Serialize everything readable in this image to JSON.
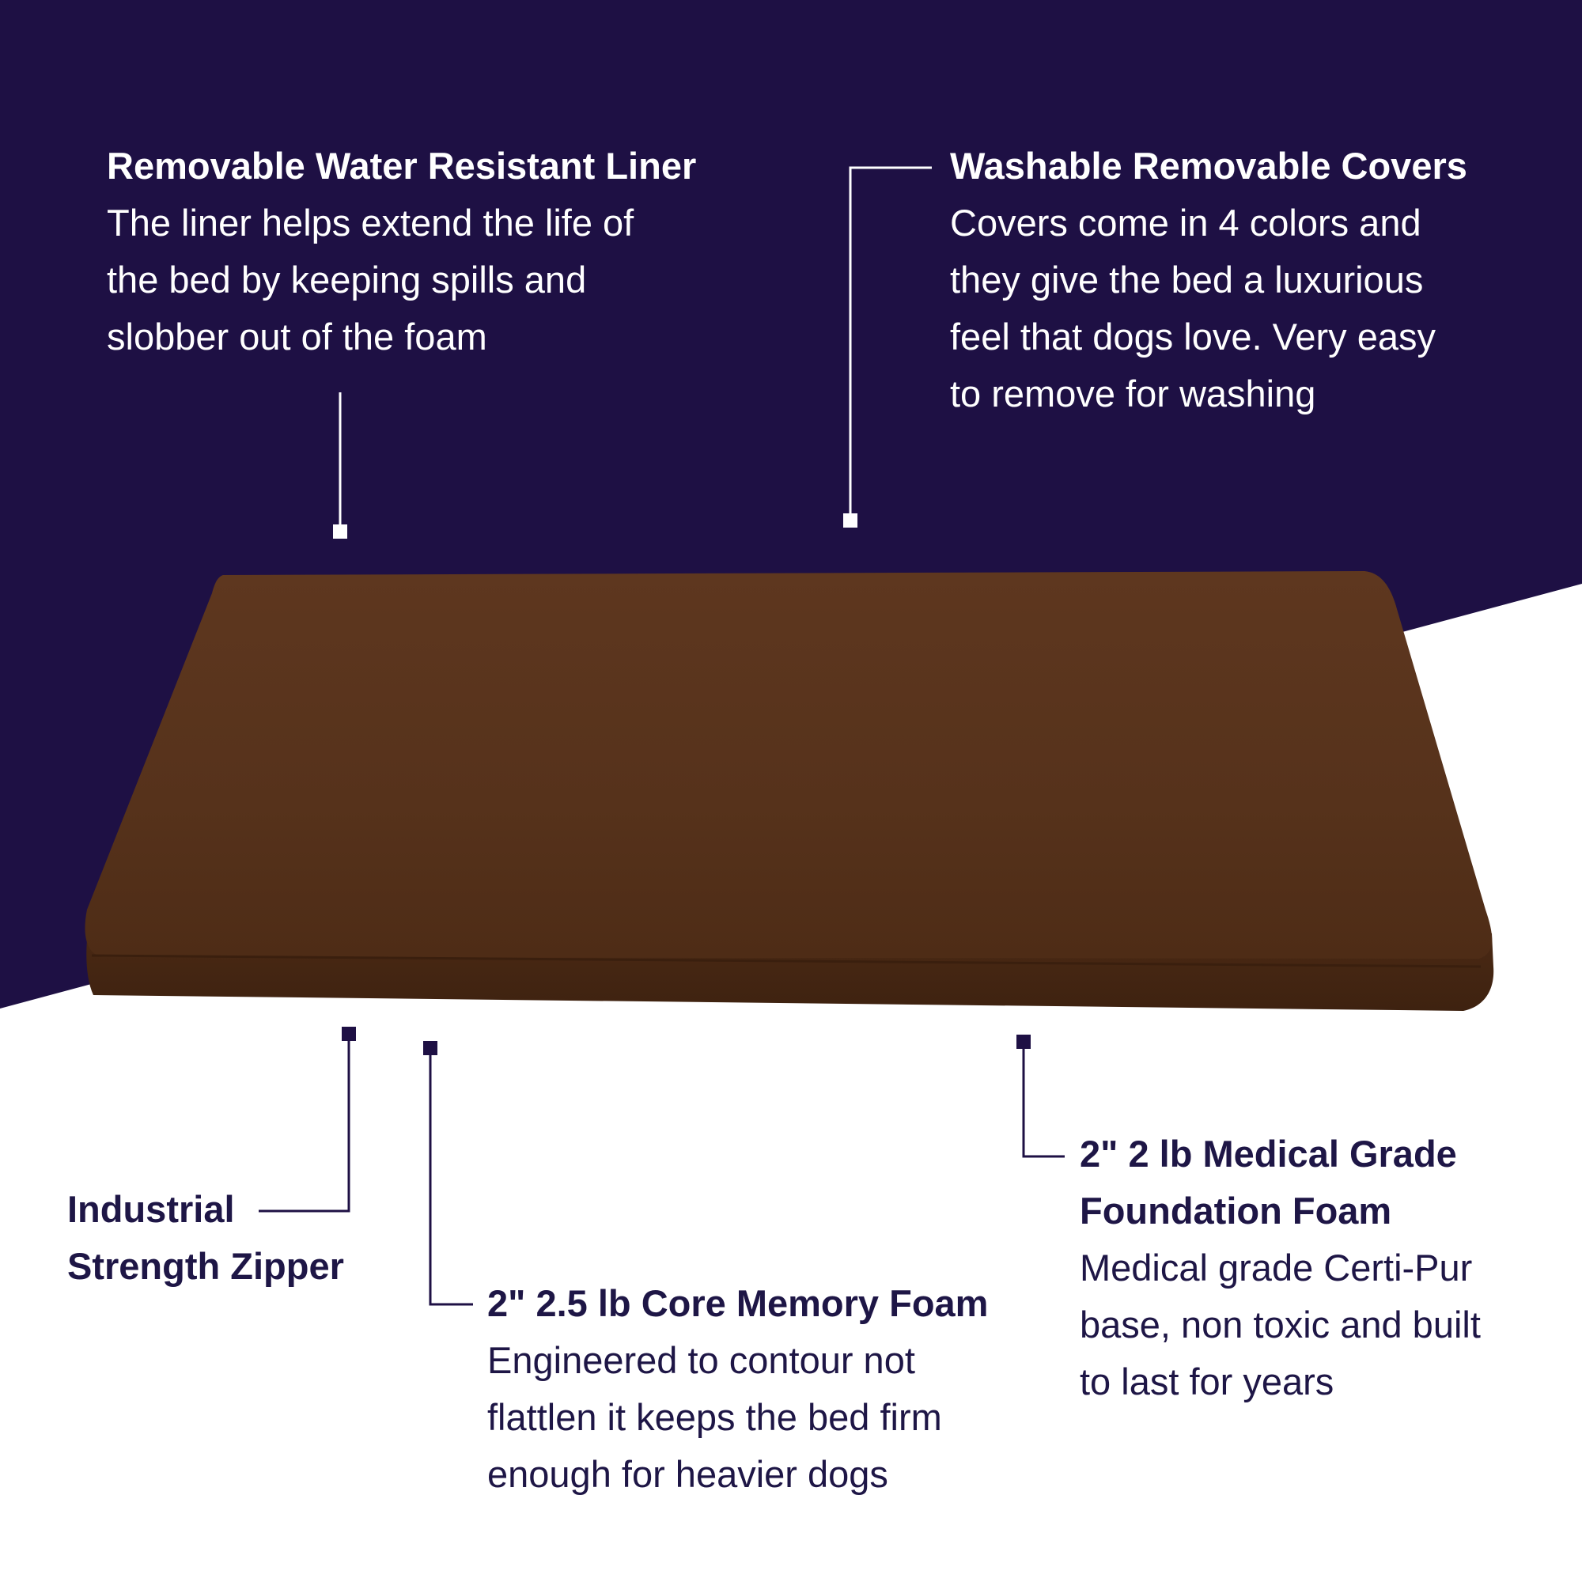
{
  "colors": {
    "navy": "#1e1044",
    "white": "#ffffff",
    "text_dark": "#1e1646",
    "bed_top": "#58331c",
    "bed_side": "#4a2914"
  },
  "product": {
    "name": "memory-foam-dog-bed",
    "cover_color": "brown"
  },
  "callouts": {
    "liner": {
      "title": "Removable Water Resistant Liner",
      "lines": [
        "The liner helps extend the life of",
        "the bed by keeping spills and",
        "slobber out of the foam"
      ]
    },
    "covers": {
      "title": "Washable Removable Covers",
      "lines": [
        "Covers come in 4 colors and",
        "they give the bed a luxurious",
        "feel that dogs love. Very easy",
        "to remove for washing"
      ]
    },
    "zipper": {
      "title_lines": [
        "Industrial",
        "Strength Zipper"
      ]
    },
    "core_foam": {
      "title": "2\" 2.5 lb Core Memory Foam",
      "lines": [
        "Engineered to contour not",
        "flattlen it keeps the bed firm",
        "enough for heavier dogs"
      ]
    },
    "foundation_foam": {
      "title_lines": [
        "2\" 2 lb Medical Grade",
        "Foundation Foam"
      ],
      "lines": [
        "Medical grade Certi-Pur",
        "base, non toxic and built",
        "to last for years"
      ]
    }
  }
}
